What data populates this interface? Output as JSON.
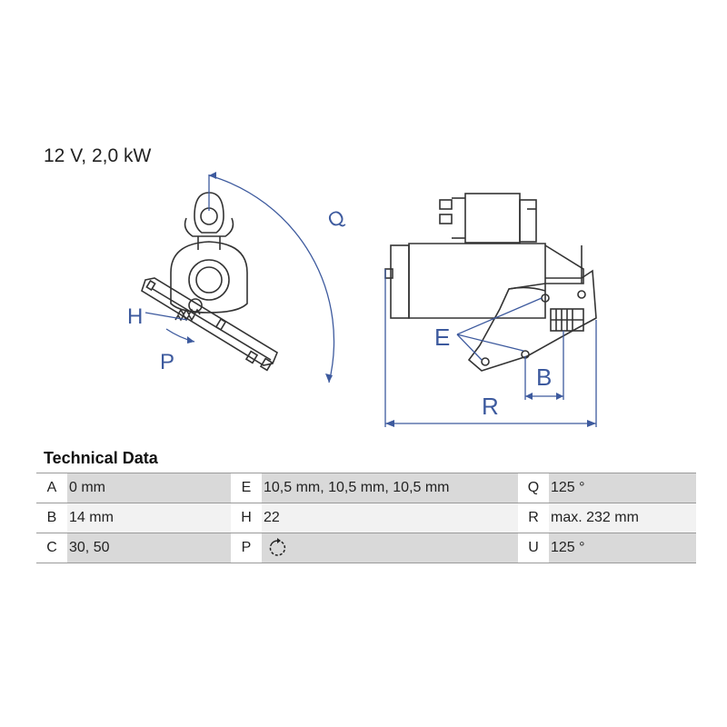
{
  "spec_line": "12 V, 2,0 kW",
  "labels": {
    "Q": "Q",
    "H": "H",
    "P": "P",
    "E": "E",
    "B": "B",
    "R": "R"
  },
  "colors": {
    "outline": "#333333",
    "dimension": "#3d5a9e",
    "table_shade": "#d9d9d9"
  },
  "section_title": "Technical Data",
  "rows": [
    [
      {
        "key": "A",
        "value": "0 mm"
      },
      {
        "key": "E",
        "value": "10,5 mm, 10,5 mm, 10,5 mm"
      },
      {
        "key": "Q",
        "value": "125 °"
      }
    ],
    [
      {
        "key": "B",
        "value": "14 mm"
      },
      {
        "key": "H",
        "value": "22"
      },
      {
        "key": "R",
        "value": "max. 232 mm"
      }
    ],
    [
      {
        "key": "C",
        "value": "30, 50"
      },
      {
        "key": "P",
        "value": "",
        "icon": "rotation-clockwise-icon"
      },
      {
        "key": "U",
        "value": "125 °"
      }
    ]
  ]
}
